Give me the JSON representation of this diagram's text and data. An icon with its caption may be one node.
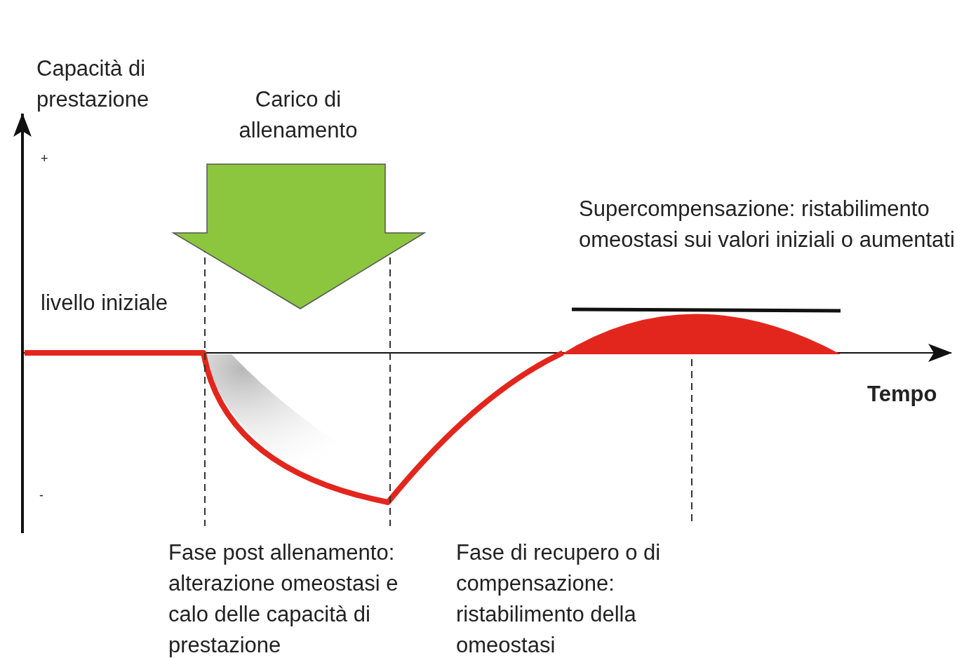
{
  "diagram": {
    "labels": [
      "Capacità di prestazione",
      "+",
      "-",
      "Carico di allenamento",
      "livello iniziale",
      "Supercompensazione: ristabilimento omeostasi sui valori iniziali o aumentati",
      "Tempo",
      "Fase post allenamento: alterazione omeostasi e calo delle capacità di prestazione",
      "Fase di recupero o di compensazione: ristabilimento della omeostasi"
    ]
  }
}
